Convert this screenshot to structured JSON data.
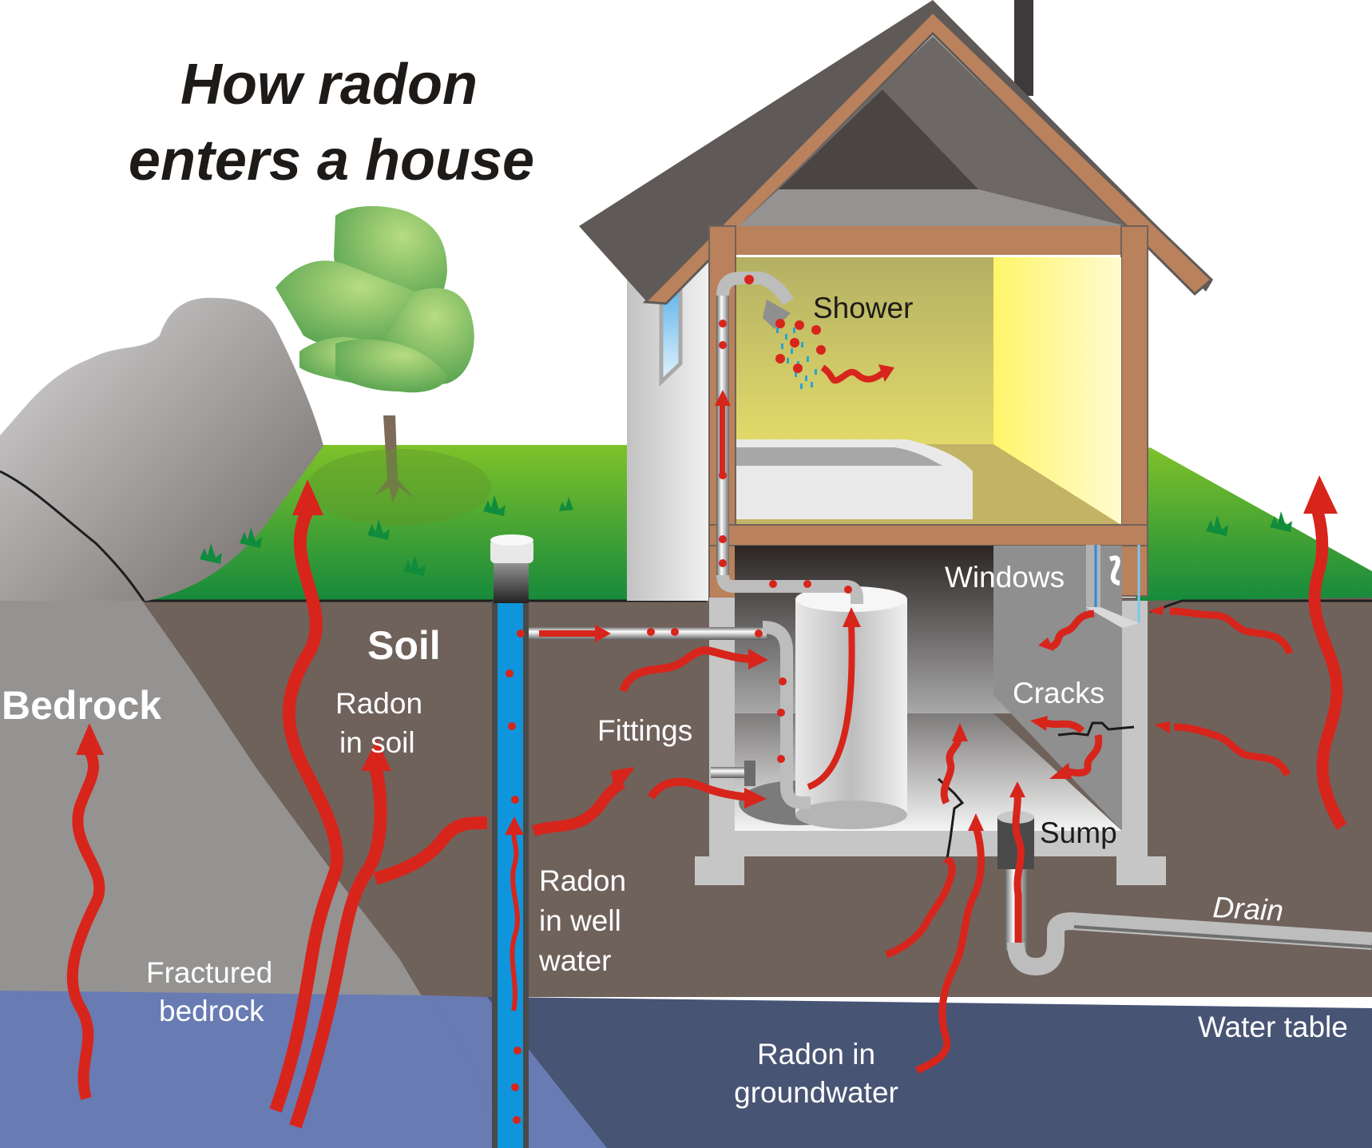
{
  "title": {
    "line1": "How radon",
    "line2": "enters a house"
  },
  "labels": {
    "bedrock": "Bedrock",
    "soil": "Soil",
    "radon_in_soil_1": "Radon",
    "radon_in_soil_2": "in soil",
    "fractured_1": "Fractured",
    "fractured_2": "bedrock",
    "well_1": "Radon",
    "well_2": "in well",
    "well_3": "water",
    "fittings": "Fittings",
    "shower": "Shower",
    "windows": "Windows",
    "cracks": "Cracks",
    "sump": "Sump",
    "drain": "Drain",
    "water_table": "Water table",
    "groundwater_1": "Radon in",
    "groundwater_2": "groundwater"
  },
  "colors": {
    "radon_red": "#d7251c",
    "soil": "#6f625b",
    "groundwater": "#485474",
    "bedrock_water": "#687bb3",
    "bedrock": "#959391",
    "grass": "#3aa035",
    "well_water": "#0f95dc",
    "wood_frame": "#b9815c",
    "roof": "#5f5a58",
    "room_wall": "#f3ea6b"
  }
}
